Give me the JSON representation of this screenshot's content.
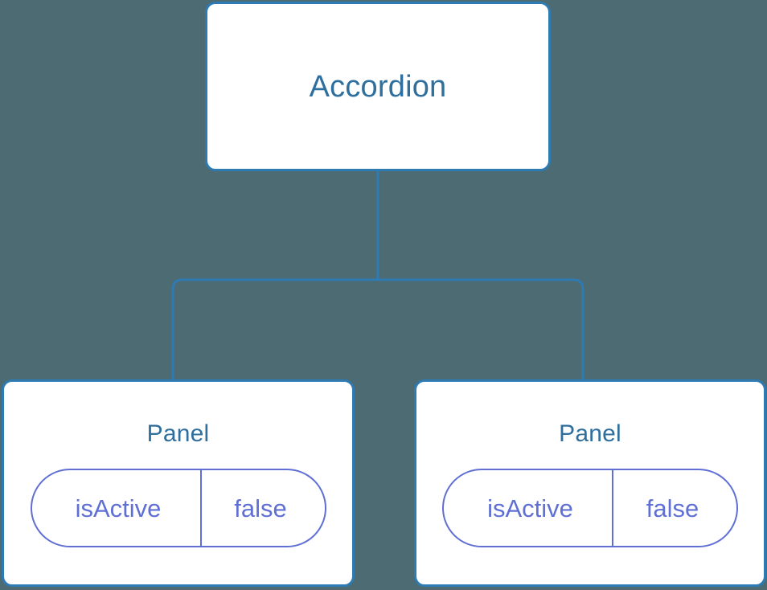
{
  "diagram": {
    "type": "component-tree",
    "background_color": "#4d6b73",
    "node_border_color": "#2e7ab3",
    "node_title_color": "#2e6f9e",
    "badge_color": "#5f6fd4",
    "connector_color": "#2e7ab3"
  },
  "root": {
    "title": "Accordion"
  },
  "children": [
    {
      "title": "Panel",
      "state": {
        "key": "isActive",
        "value": "false"
      }
    },
    {
      "title": "Panel",
      "state": {
        "key": "isActive",
        "value": "false"
      }
    }
  ]
}
